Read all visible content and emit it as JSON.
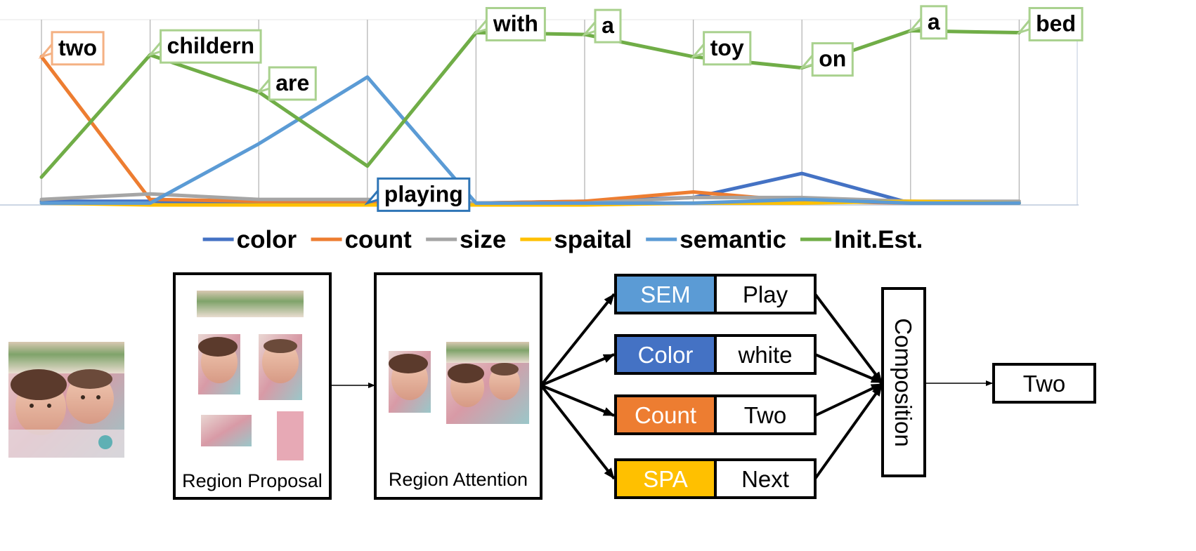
{
  "chart_data": {
    "type": "line",
    "categories": [
      "two",
      "childern",
      "are",
      "playing",
      "with",
      "a",
      "toy",
      "on",
      "a",
      "bed"
    ],
    "ylim": [
      0,
      1
    ],
    "grid": "vertical",
    "legend_position": "bottom",
    "word_labels": [
      {
        "text": "two",
        "series": "count"
      },
      {
        "text": "childern",
        "series": "Init.Est."
      },
      {
        "text": "are",
        "series": "Init.Est."
      },
      {
        "text": "playing",
        "series": "color"
      },
      {
        "text": "with",
        "series": "Init.Est."
      },
      {
        "text": "a",
        "series": "Init.Est."
      },
      {
        "text": "toy",
        "series": "Init.Est."
      },
      {
        "text": "on",
        "series": "Init.Est."
      },
      {
        "text": "a",
        "series": "Init.Est."
      },
      {
        "text": "bed",
        "series": "Init.Est."
      }
    ],
    "series": [
      {
        "name": "color",
        "color": "#4472c4",
        "values": [
          0.02,
          0.02,
          0.01,
          0.01,
          0.01,
          0.02,
          0.04,
          0.17,
          0.01,
          0.01
        ]
      },
      {
        "name": "count",
        "color": "#ed7d31",
        "values": [
          0.8,
          0.03,
          0.02,
          0.02,
          0.01,
          0.02,
          0.07,
          0.02,
          0.01,
          0.01
        ]
      },
      {
        "name": "size",
        "color": "#a5a5a5",
        "values": [
          0.03,
          0.06,
          0.03,
          0.03,
          0.01,
          0.01,
          0.04,
          0.04,
          0.02,
          0.02
        ]
      },
      {
        "name": "spaital",
        "color": "#ffc000",
        "values": [
          0.01,
          0.0,
          0.0,
          0.0,
          0.0,
          0.0,
          0.01,
          0.01,
          0.02,
          0.01
        ]
      },
      {
        "name": "semantic",
        "color": "#5b9bd5",
        "values": [
          0.01,
          0.01,
          0.33,
          0.69,
          0.01,
          0.01,
          0.01,
          0.03,
          0.01,
          0.01
        ]
      },
      {
        "name": "Init.Est.",
        "color": "#70ad47",
        "values": [
          0.15,
          0.81,
          0.61,
          0.21,
          0.93,
          0.92,
          0.8,
          0.74,
          0.94,
          0.93
        ]
      }
    ]
  },
  "diagram": {
    "proposal_label": "Region Proposal",
    "attention_label": "Region Attention",
    "modules": [
      {
        "name": "SEM",
        "value": "Play",
        "color": "#5b9bd5"
      },
      {
        "name": "Color",
        "value": "white",
        "color": "#4472c4"
      },
      {
        "name": "Count",
        "value": "Two",
        "color": "#ed7d31"
      },
      {
        "name": "SPA",
        "value": "Next",
        "color": "#ffc000"
      }
    ],
    "composition_label": "Composition",
    "answer": "Two"
  }
}
